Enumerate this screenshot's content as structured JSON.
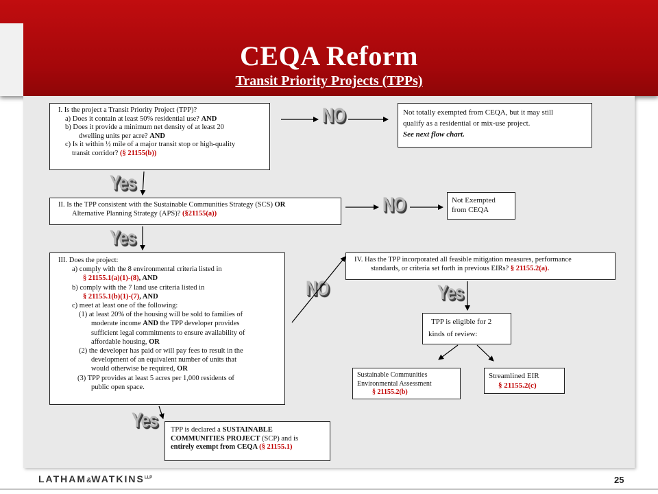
{
  "header": {
    "title": "CEQA Reform",
    "subtitle": "Transit Priority Projects (TPPs)"
  },
  "box1": {
    "q": "I.  Is the project a Transit Priority Project (TPP)?",
    "a_pre": "a) Does it contain at least 50% residential use? ",
    "a_and": "AND",
    "b1": "b) Does it provide a minimum net density of at least 20",
    "b2_pre": "dwelling units per acre? ",
    "b2_and": "AND",
    "c1": "c) Is it within ½  mile  of a major transit stop or high-quality",
    "c2_pre": "transit corridor? ",
    "c2_ref": "(§ 21155(b))"
  },
  "box_not_totally": {
    "l1": "Not totally exempted from CEQA, but it may still",
    "l2": "qualify as a residential or mix-use project.",
    "l3": "See next flow chart."
  },
  "box2": {
    "l1_pre": "II. Is the TPP consistent with the Sustainable Communities Strategy (SCS) ",
    "l1_or": "OR",
    "l2_pre": "Alternative Planning Strategy (APS)? ",
    "l2_ref": "(§21155(a))"
  },
  "box_not_exempted": {
    "l1": "Not Exempted",
    "l2": "from CEQA"
  },
  "box3": {
    "l0": "III. Does the project:",
    "a1": "a)   comply with the 8 environmental  criteria listed in",
    "a2_ref": "§ 21155.1(a)(1)-(8)",
    "a2_and": ", AND",
    "b1": "b)   comply with the 7 land use criteria listed in",
    "b2_ref": "§ 21155.1(b)(1)-(7)",
    "b2_and": ", AND",
    "c0": "c)  meet at least one of the following:",
    "c1_1": "(1) at least 20% of the housing will be sold to families of",
    "c1_2_pre": "moderate income ",
    "c1_2_and": "AND",
    "c1_2_post": " the TPP developer provides",
    "c1_3": "sufficient legal commitments to ensure availability   of",
    "c1_4_pre": "affordable housing, ",
    "c1_4_or": "OR",
    "c2_1": "(2) the developer has paid or will pay fees to result in the",
    "c2_2": "development  of an equivalent number of units that",
    "c2_3_pre": "would otherwise be required, ",
    "c2_3_or": "OR",
    "c3_1": "(3) TPP provides at least 5 acres per 1,000 residents of",
    "c3_2": "public open space."
  },
  "box4": {
    "l1": "IV.   Has the TPP incorporated all feasible mitigation measures, performance",
    "l2_pre": "standards, or criteria set forth in previous EIRs? ",
    "l2_ref": "§ 21155.2(a)."
  },
  "box_eligible": {
    "l1": "TPP is eligible  for 2",
    "l2": "kinds of review:"
  },
  "box_sca": {
    "l1": "Sustainable Communities",
    "l2": "Environmental  Assessment",
    "l3": "§ 21155.2(b)"
  },
  "box_eir": {
    "l1": "Streamlined EIR",
    "l2": "§ 21155.2(c)"
  },
  "box_scp": {
    "l1_pre": "TPP is declared a ",
    "l1_b": "SUSTAINABLE",
    "l2_b": "COMMUNITIES PROJECT",
    "l2_post": " (SCP) and is",
    "l3_b": "entirely exempt from CEQA ",
    "l3_ref": "(§ 21155.1)"
  },
  "decisions": {
    "no": "NO",
    "yes": "Yes"
  },
  "footer": {
    "logo_a": "LATHAM",
    "logo_amp": "&",
    "logo_b": "WATKINS",
    "logo_llp": "LLP",
    "page": "25"
  },
  "colors": {
    "header_red": "#b00a0c",
    "reference_red": "#c00000",
    "panel_gray": "#e9e9e9"
  }
}
